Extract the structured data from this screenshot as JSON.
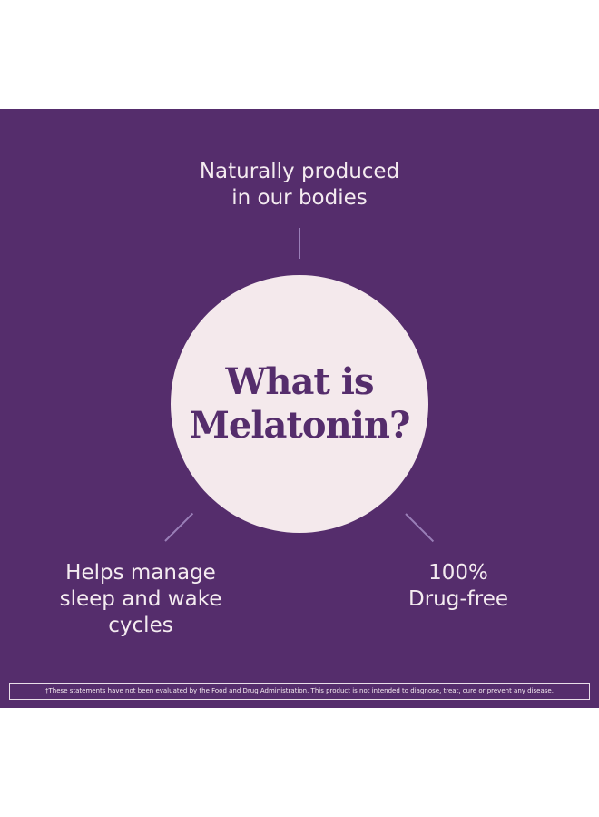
{
  "colors": {
    "background": "#552d6c",
    "circle": "#f4e9ec",
    "text_light": "#f4ebf0",
    "title_text": "#552d6c",
    "connector": "#9a7fb8"
  },
  "center": {
    "title": "What is\nMelatonin?"
  },
  "features": {
    "top": "Naturally produced\nin our bodies",
    "left": "Helps manage\nsleep and wake\ncycles",
    "right": "100%\nDrug-free"
  },
  "disclaimer": "†These statements have not been evaluated by the Food and Drug Administration. This product is not intended to diagnose, treat, cure or prevent any disease."
}
